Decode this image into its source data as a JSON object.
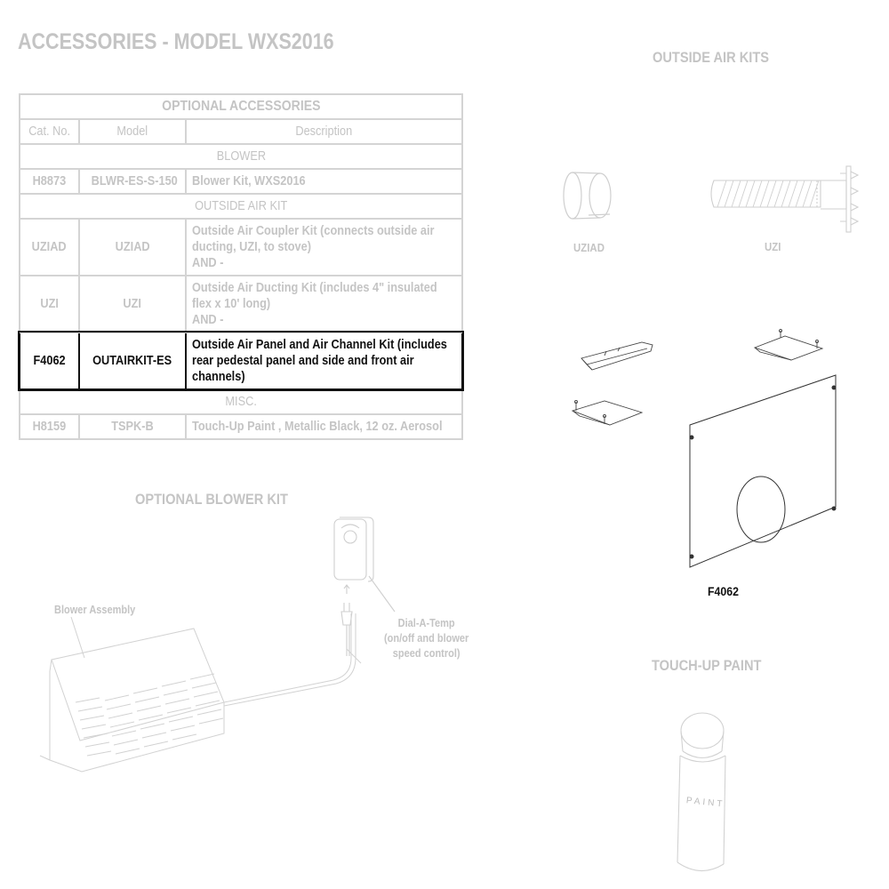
{
  "page": {
    "title": "ACCESSORIES - MODEL WXS2016"
  },
  "table": {
    "title": "OPTIONAL ACCESSORIES",
    "columns": [
      "Cat. No.",
      "Model",
      "Description"
    ],
    "sections": [
      {
        "name": "BLOWER",
        "rows": [
          {
            "cat_no": "H8873",
            "model": "BLWR-ES-S-150",
            "description": "Blower Kit, WXS2016"
          }
        ]
      },
      {
        "name": "OUTSIDE AIR KIT",
        "rows": [
          {
            "cat_no": "UZIAD",
            "model": "UZIAD",
            "description": "Outside Air Coupler Kit (connects outside air\nducting, UZI, to stove)\nAND -"
          },
          {
            "cat_no": "UZI",
            "model": "UZI",
            "description": "Outside Air Ducting Kit (includes 4\" insulated\nflex x 10' long)\nAND -"
          },
          {
            "cat_no": "F4062",
            "model": "OUTAIRKIT-ES",
            "description": "Outside Air Panel and Air Channel Kit (includes\nrear pedestal panel and side and front air\nchannels)",
            "highlighted": true
          }
        ]
      },
      {
        "name": "MISC.",
        "rows": [
          {
            "cat_no": "H8159",
            "model": "TSPK-B",
            "description": "Touch-Up Paint , Metallic Black, 12 oz. Aerosol"
          }
        ]
      }
    ]
  },
  "outside_air_kits": {
    "title": "OUTSIDE AIR KITS",
    "items": [
      {
        "label": "UZIAD"
      },
      {
        "label": "UZI"
      },
      {
        "label": "F4062"
      }
    ]
  },
  "blower_kit": {
    "title": "OPTIONAL BLOWER KIT",
    "blower_label": "Blower Assembly",
    "control_label": "Dial-A-Temp\n(on/off and blower\nspeed control)"
  },
  "touch_up": {
    "title": "TOUCH-UP PAINT",
    "can_text": "PAINT"
  },
  "colors": {
    "muted_text": "#c4c4c4",
    "border": "#d4d4d4",
    "highlight": "#111111"
  }
}
